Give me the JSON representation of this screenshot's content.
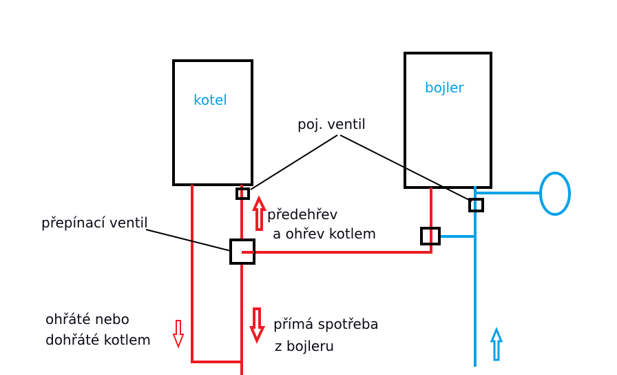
{
  "colors": {
    "hot": "#ed1c24",
    "cold": "#00a2e8",
    "outline": "#000000",
    "label_blue": "#00a2e8",
    "text": "#0a0a14"
  },
  "labels": {
    "boiler": "kotel",
    "tank": "bojler",
    "safety_valve": "poj. ventil",
    "switch_valve": "přepínací ventil",
    "preheat_line1": "předehřev",
    "preheat_line2": "a ohřev kotlem",
    "heated_line1": "ohřáté nebo",
    "heated_line2": "dohřáté kotlem",
    "direct_line1": "přímá spotřeba",
    "direct_line2": "z bojleru"
  }
}
